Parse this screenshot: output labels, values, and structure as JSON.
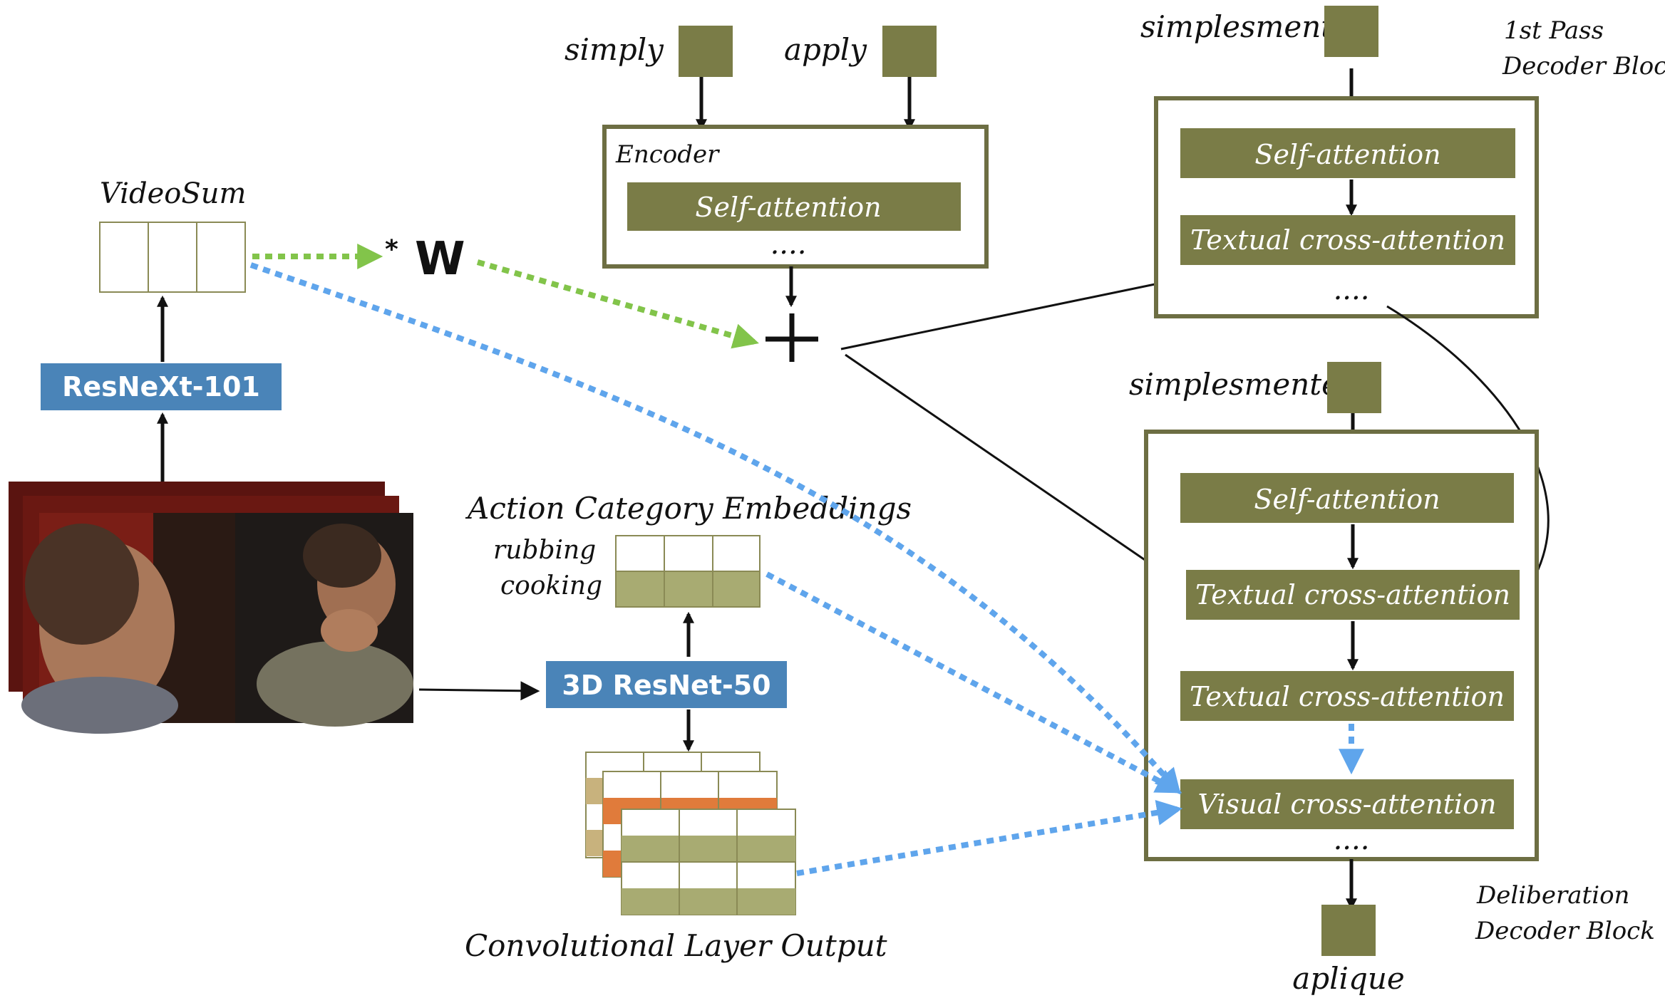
{
  "inputs": {
    "simply": "simply",
    "apply": "apply"
  },
  "encoder": {
    "label": "Encoder",
    "self_attention": "Self-attention",
    "dots": "...."
  },
  "videosum": {
    "label": "VideoSum"
  },
  "weight": {
    "star": "*",
    "w": "W"
  },
  "resnext": {
    "label": "ResNeXt-101"
  },
  "action": {
    "title": "Action Category Embeddings",
    "row1": "rubbing",
    "row2": "cooking"
  },
  "resnet3d": {
    "label": "3D ResNet-50"
  },
  "conv": {
    "label": "Convolutional Layer Output"
  },
  "first_pass": {
    "prev_token": "simplesment",
    "title_line1": "1st Pass",
    "title_line2": "Decoder Block",
    "self_attention": "Self-attention",
    "textual_cross": "Textual  cross-attention",
    "dots": "...."
  },
  "deliberation": {
    "prev_token": "simplesmente",
    "self_attention": "Self-attention",
    "textual_cross_1": "Textual  cross-attention",
    "textual_cross_2": "Textual  cross-attention",
    "visual_cross": "Visual  cross-attention",
    "dots": "....",
    "title_line1": "Deliberation",
    "title_line2": "Decoder Block",
    "output_token": "aplique"
  },
  "colors": {
    "olive": "#7a7c47",
    "light_olive": "#a8ab72",
    "blue_box": "#4a84b8",
    "blue_dotted": "#5fa5ec",
    "green_dotted": "#82c44a",
    "orange": "#e07b3b"
  }
}
